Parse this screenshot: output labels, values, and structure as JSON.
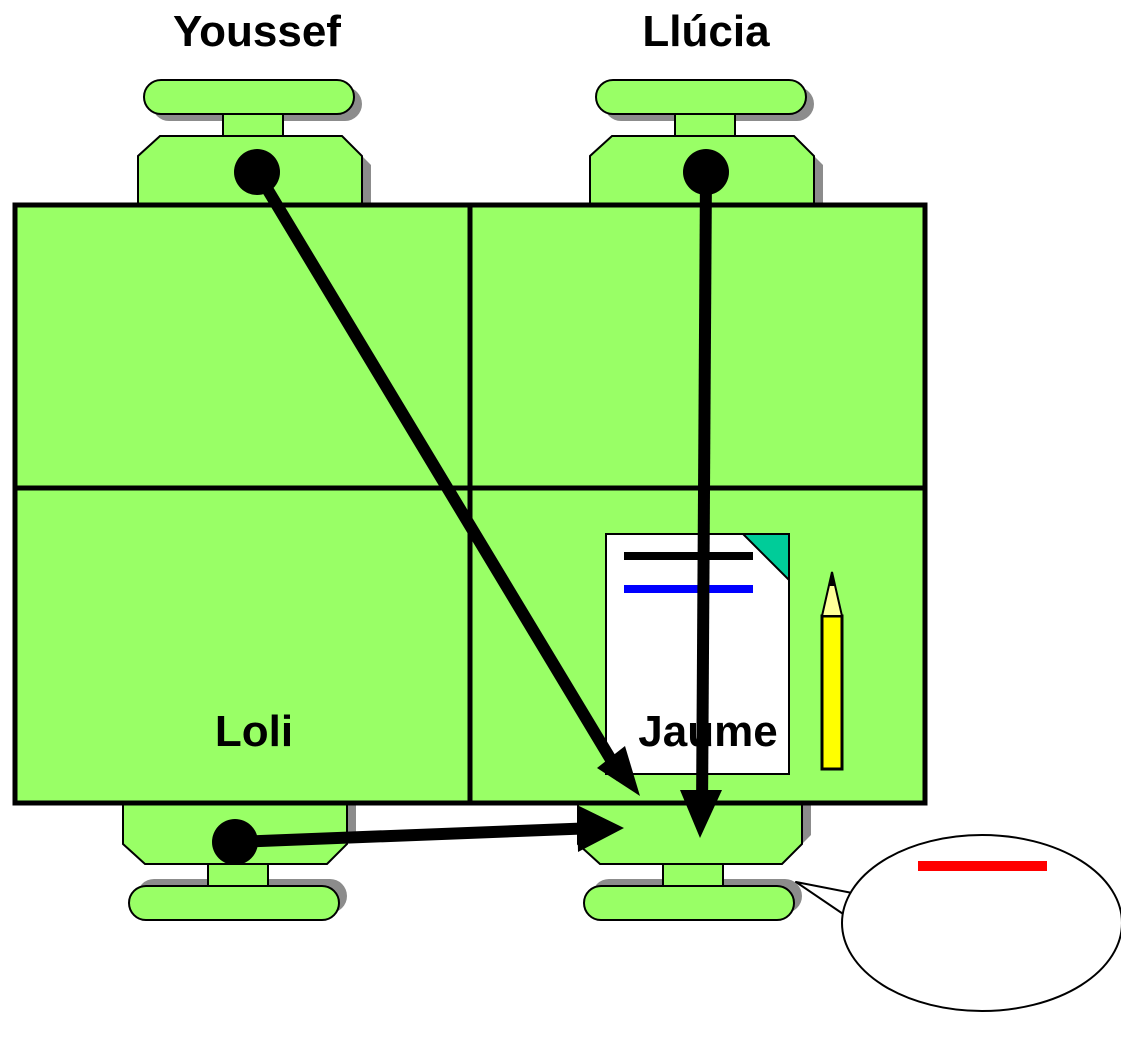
{
  "participants": [
    {
      "id": "youssef",
      "name": "Youssef"
    },
    {
      "id": "llucia",
      "name": "Llúcia"
    },
    {
      "id": "loli",
      "name": "Loli"
    },
    {
      "id": "jaume",
      "name": "Jaume"
    }
  ],
  "colors": {
    "table": "#99ff66",
    "outline": "#000000",
    "shadow": "#8c8c8c",
    "paper": "#ffffff",
    "paper_corner": "#00cc99",
    "line_black": "#000000",
    "line_blue": "#0000ff",
    "pencil_body": "#ffff00",
    "pencil_tip": "#ffff99",
    "speech_mark": "#ff0000"
  },
  "icons": [
    "document-icon",
    "pencil-icon",
    "speech-bubble-icon"
  ],
  "arrows": [
    {
      "from": "youssef",
      "to": "jaume"
    },
    {
      "from": "llucia",
      "to": "jaume"
    },
    {
      "from": "loli",
      "to": "jaume"
    }
  ]
}
